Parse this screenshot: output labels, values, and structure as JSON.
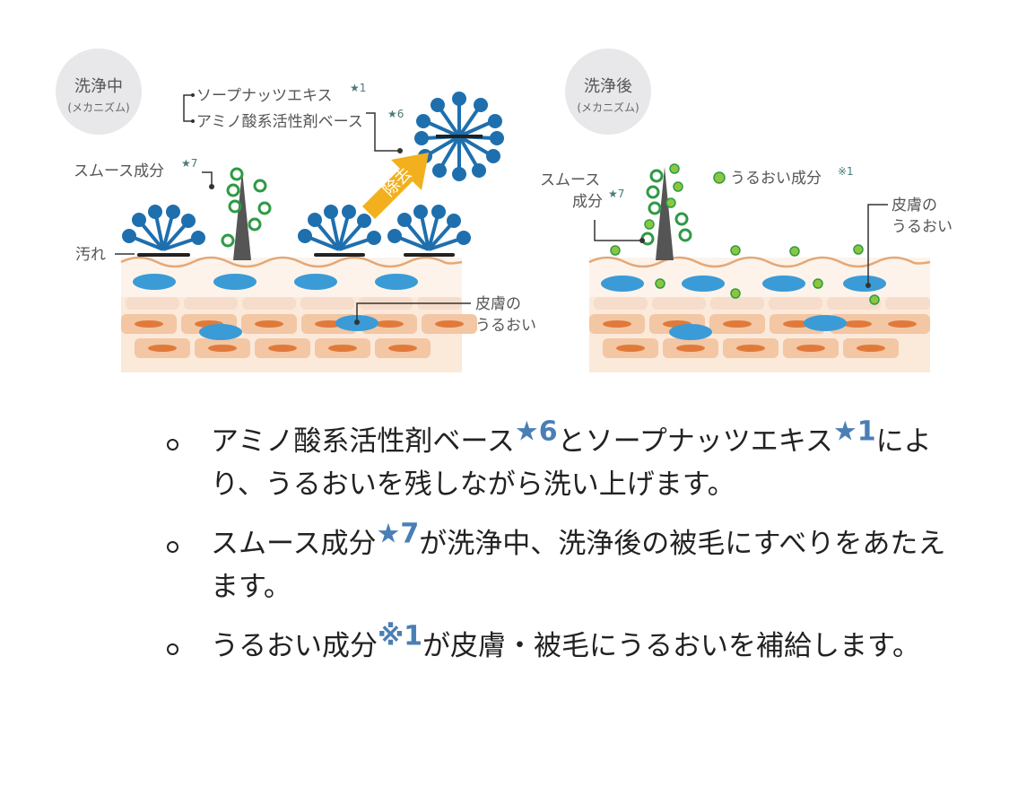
{
  "panels": {
    "left": {
      "badge_title": "洗浄中",
      "badge_sub": "(メカニズム)",
      "label_soapnut": "ソープナッツエキス",
      "label_soapnut_mark": "★1",
      "label_amino": "アミノ酸系活性剤ベース",
      "label_amino_mark": "★6",
      "label_smooth": "スムース成分",
      "label_smooth_mark": "★7",
      "label_dirt": "汚れ",
      "arrow_label": "除去",
      "label_skin1": "皮膚の",
      "label_skin2": "うるおい"
    },
    "right": {
      "badge_title": "洗浄後",
      "badge_sub": "(メカニズム)",
      "label_smooth1": "スムース",
      "label_smooth2": "成分",
      "label_smooth_mark": "★7",
      "label_moist": "うるおい成分",
      "label_moist_mark": "※1",
      "label_skin1": "皮膚の",
      "label_skin2": "うるおい"
    }
  },
  "bullets": [
    {
      "text1": "アミノ酸系活性剤ベース",
      "mark1": "★6",
      "text2": "とソープナッツエキス",
      "mark2": "★1",
      "text3": "により、うるおいを残しながら洗い上げます。"
    },
    {
      "text1": "スムース成分",
      "mark1": "★7",
      "text2": "が洗浄中、洗浄後の被毛にすべりをあたえます。"
    },
    {
      "text1": "うるおい成分",
      "mark1": "※1",
      "text2": "が皮膚・被毛にうるおいを補給します。"
    }
  ],
  "colors": {
    "surfactant_blue": "#1e6fae",
    "moisture_blue": "#3a9bd6",
    "smooth_green": "#2f9a45",
    "moist_particle": "#8cc63f",
    "arrow_yellow": "#f2b01e",
    "hair_gray": "#555555",
    "skin_base": "#fbe9da",
    "skin_cell": "#f3c6a4",
    "skin_nucleus": "#e07a3a"
  }
}
